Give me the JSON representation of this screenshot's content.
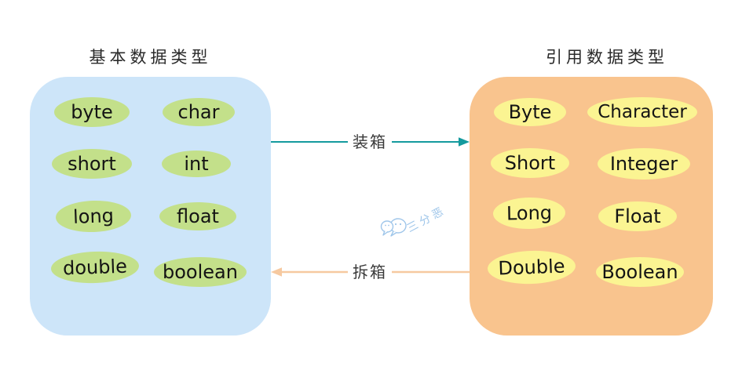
{
  "diagram": {
    "left_panel": {
      "title": "基本数据类型",
      "types": [
        "byte",
        "char",
        "short",
        "int",
        "long",
        "float",
        "double",
        "boolean"
      ]
    },
    "right_panel": {
      "title": "引用数据类型",
      "types": [
        "Byte",
        "Character",
        "Short",
        "Integer",
        "Long",
        "Float",
        "Double",
        "Boolean"
      ]
    },
    "arrows": {
      "boxing_label": "装箱",
      "unboxing_label": "拆箱"
    },
    "watermark": {
      "text": "三分恶",
      "icon": "wechat-chat-bubbles"
    },
    "colors": {
      "left_panel_bg": "#cde5f9",
      "right_panel_bg": "#f9c48e",
      "primitive_bubble": "#c3e08a",
      "wrapper_bubble": "#fbf492",
      "boxing_arrow": "#149a9e",
      "unboxing_arrow": "#f6c9a0",
      "watermark": "#9fc6ea",
      "title_text": "#2a2a2a",
      "label_text": "#141414"
    }
  }
}
